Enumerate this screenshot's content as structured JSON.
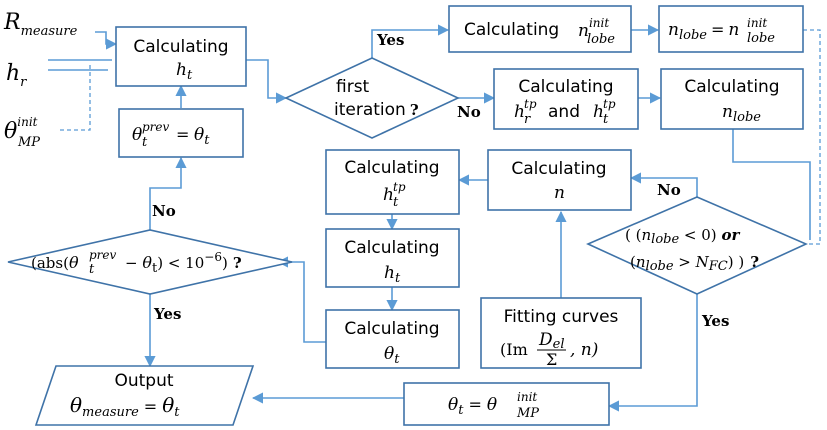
{
  "inputs": {
    "r_measure": {
      "main": "R",
      "sub": "measure"
    },
    "h_r": {
      "main": "h",
      "sub": "r"
    },
    "theta_mp_init": {
      "main": "θ",
      "sup": "init",
      "sub": "MP"
    }
  },
  "boxes": {
    "calc_ht_top": {
      "label": "Calculating",
      "formula": "h",
      "formula_sub": "t"
    },
    "calc_nlobe_init": {
      "label": "Calculating",
      "formula": "n",
      "formula_sup": "init",
      "formula_sub": "lobe"
    },
    "assign_nlobe": {
      "lhs": "n",
      "lhs_sub": "lobe",
      "eq": "=",
      "rhs": "n",
      "rhs_sup": "init",
      "rhs_sub": "lobe"
    },
    "theta_prev": {
      "lhs": "θ",
      "lhs_sup": "prev",
      "lhs_sub": "t",
      "eq": "=",
      "rhs": "θ",
      "rhs_sub": "t"
    },
    "calc_hr_ht_tp": {
      "label": "Calculating",
      "a": "h",
      "a_sup": "tp",
      "a_sub": "r",
      "and": "and",
      "b": "h",
      "b_sup": "tp",
      "b_sub": "t"
    },
    "calc_nlobe": {
      "label": "Calculating",
      "formula": "n",
      "formula_sub": "lobe"
    },
    "calc_ht_tp": {
      "label": "Calculating",
      "formula": "h",
      "formula_sup": "tp",
      "formula_sub": "t"
    },
    "calc_n": {
      "label": "Calculating",
      "formula": "n"
    },
    "calc_ht": {
      "label": "Calculating",
      "formula": "h",
      "formula_sub": "t"
    },
    "calc_theta": {
      "label": "Calculating",
      "formula": "θ",
      "formula_sub": "t"
    },
    "fitting": {
      "label": "Fitting curves",
      "formula_a": "(Im",
      "frac_num": "D",
      "frac_num_sub": "el",
      "frac_den": "Σ",
      "formula_b": ", n)"
    },
    "theta_assign": {
      "lhs": "θ",
      "lhs_sub": "t",
      "eq": "=",
      "rhs": "θ",
      "rhs_sup": "init",
      "rhs_sub": "MP"
    },
    "output": {
      "label": "Output",
      "lhs": "θ",
      "lhs_sub": "measure",
      "eq": "=",
      "rhs": "θ",
      "rhs_sub": "t"
    }
  },
  "decisions": {
    "first_iteration": {
      "line1": "first",
      "line2": "iteration",
      "q": "?"
    },
    "convergence": {
      "open": "(abs(",
      "a": "θ",
      "a_sup": "prev",
      "a_sub": "t",
      "minus": " − ",
      "b": "θ",
      "b_sub": "t",
      "close": ") < 10",
      "exp": "−6",
      "end": ")",
      "q": "?"
    },
    "nlobe_range": {
      "open": "( (",
      "a": "n",
      "a_sub": "lobe",
      "cmp1": " < 0) ",
      "or": "or",
      "open2": "(",
      "b": "n",
      "b_sub": "lobe",
      "cmp2": " > ",
      "c": "N",
      "c_sub": "FC",
      "close": ") )",
      "q": "?"
    }
  },
  "edge_labels": {
    "yes_first": "Yes",
    "no_first": "No",
    "no_conv": "No",
    "yes_conv": "Yes",
    "no_range": "No",
    "yes_range": "Yes"
  }
}
